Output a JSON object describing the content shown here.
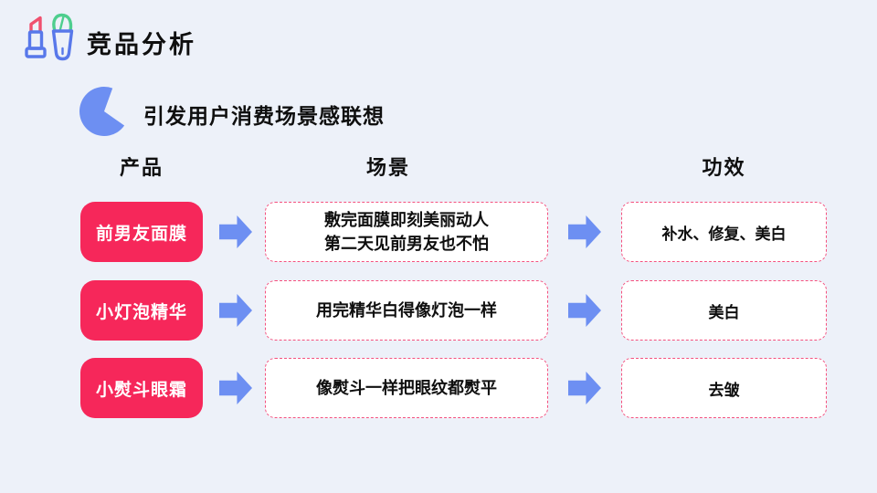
{
  "slide": {
    "title": "竞品分析",
    "subtitle": "引发用户消费场景感联想",
    "columns": {
      "product": "产品",
      "scenario": "场景",
      "effect": "功效"
    },
    "rows": [
      {
        "product": "前男友面膜",
        "scenario": "敷完面膜即刻美丽动人\n第二天见前男友也不怕",
        "effect": "补水、修复、美白"
      },
      {
        "product": "小灯泡精华",
        "scenario": "用完精华白得像灯泡一样",
        "effect": "美白"
      },
      {
        "product": "小熨斗眼霜",
        "scenario": "像熨斗一样把眼纹都熨平",
        "effect": "去皱"
      }
    ],
    "icons": {
      "header_icon": "lipstick-and-brush-icon",
      "bullet_icon": "pacman-bullet-icon",
      "row_connector": "arrow-right-icon"
    },
    "colors": {
      "background": "#EDF1F9",
      "product_button_pink": "#F6275A",
      "dashed_border_pink": "#F4517F",
      "arrow_blue": "#6D8FF2",
      "box_fill": "#FFFFFF",
      "text": "#0F0F0F",
      "icon_pink": "#F0506E",
      "icon_blue": "#5878EA",
      "icon_green": "#4ECE8E"
    }
  }
}
